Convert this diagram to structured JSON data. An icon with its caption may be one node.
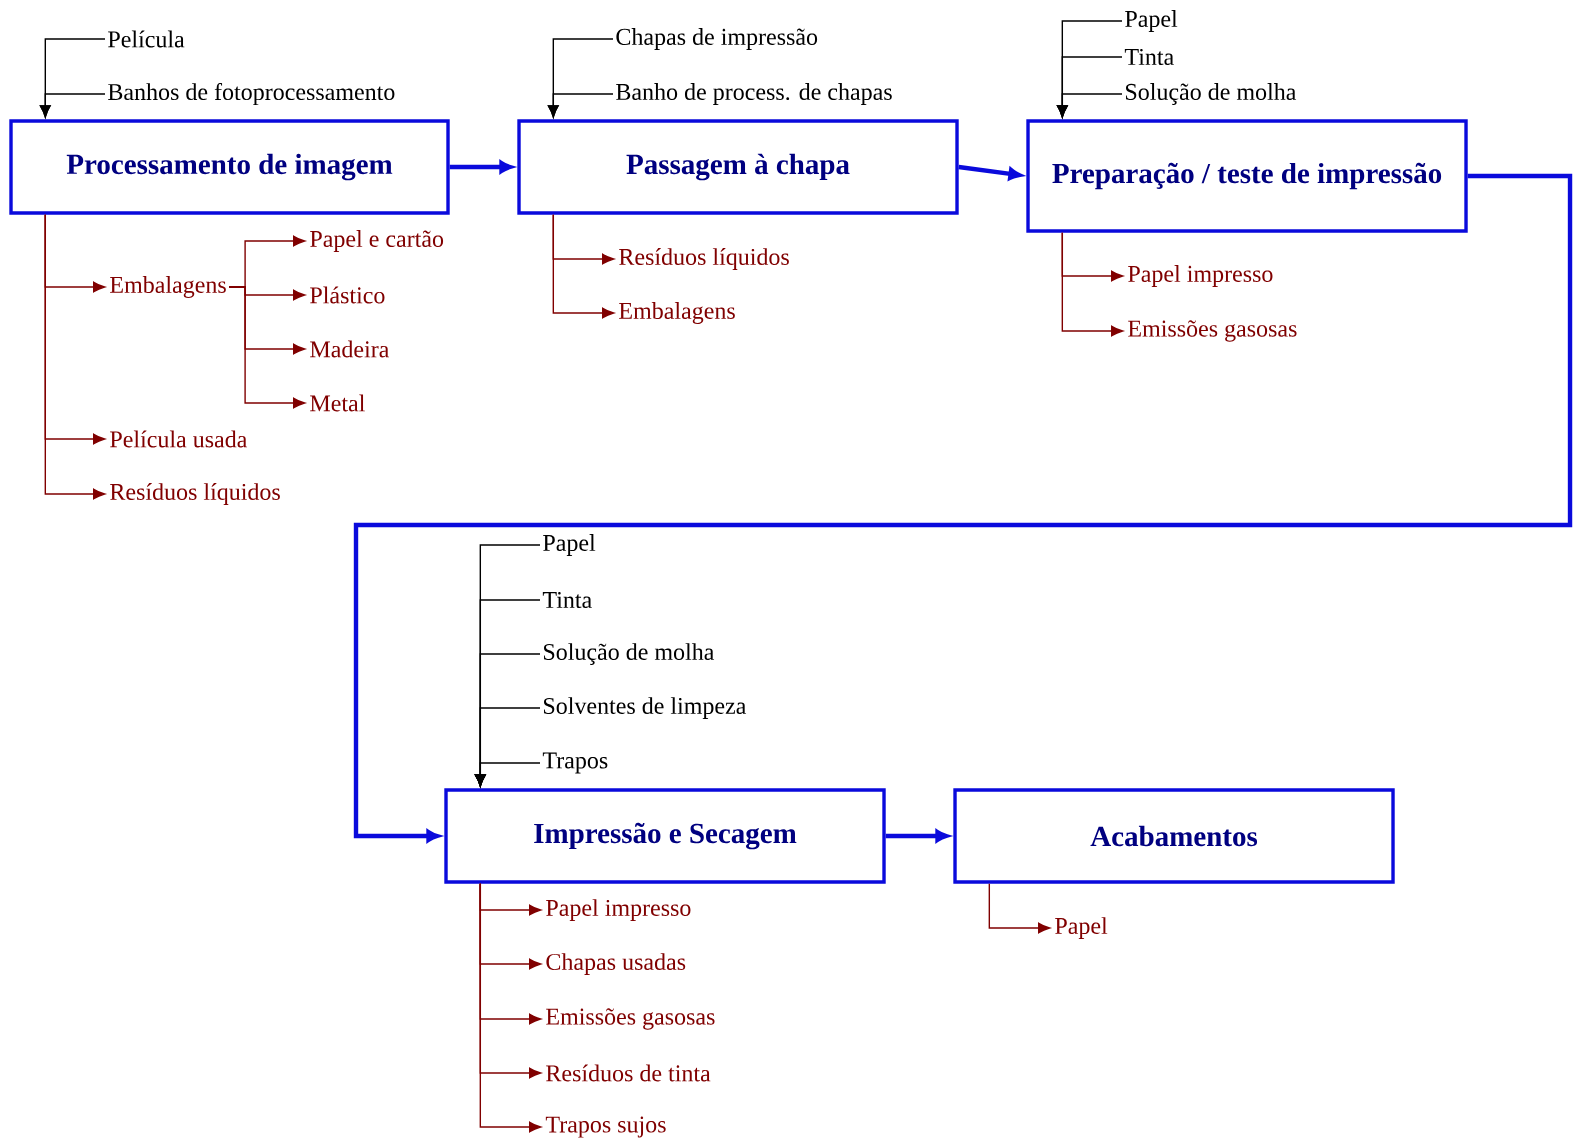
{
  "diagram": {
    "nodes": [
      {
        "text": [
          "Película"
        ]
      },
      {
        "text": [
          "Banhos de fotoprocessamento"
        ]
      },
      {
        "text": [
          "Processamento de imagem"
        ]
      },
      {
        "text": [
          "Embalagens"
        ]
      },
      {
        "text": [
          "Papel e cartão"
        ]
      },
      {
        "text": [
          "Plástico"
        ]
      },
      {
        "text": [
          "Madeira"
        ]
      },
      {
        "text": [
          "Metal"
        ]
      },
      {
        "text": [
          "Película usada"
        ]
      },
      {
        "text": [
          "Resíduos líquidos"
        ]
      },
      {
        "text": [
          "Chapas de impressão"
        ]
      },
      {
        "text": [
          "Banho de process. de chapas"
        ]
      },
      {
        "text": [
          "Passagem à chapa"
        ]
      },
      {
        "text": [
          "Resíduos líquidos"
        ]
      },
      {
        "text": [
          "Embalagens"
        ]
      },
      {
        "text": [
          "Papel"
        ]
      },
      {
        "text": [
          "Tinta"
        ]
      },
      {
        "text": [
          "Solução de molha"
        ]
      },
      {
        "text": [
          "Preparação / teste de impressão"
        ]
      },
      {
        "text": [
          "Papel impresso"
        ]
      },
      {
        "text": [
          "Emissões gasosas"
        ]
      },
      {
        "text": [
          "Papel"
        ]
      },
      {
        "text": [
          "Tinta"
        ]
      },
      {
        "text": [
          "Solução de molha"
        ]
      },
      {
        "text": [
          "Solventes de limpeza"
        ]
      },
      {
        "text": [
          "Trapos"
        ]
      },
      {
        "text": [
          "Impressão e Secagem"
        ]
      },
      {
        "text": [
          "Papel impresso"
        ]
      },
      {
        "text": [
          "Chapas usadas"
        ]
      },
      {
        "text": [
          "Emissões gasosas"
        ]
      },
      {
        "text": [
          "Resíduos de tinta"
        ]
      },
      {
        "text": [
          "Trapos sujos"
        ]
      },
      {
        "text": [
          "Acabamentos"
        ]
      },
      {
        "text": [
          "Papel"
        ]
      }
    ],
    "edges": [
      {
        "from": 0,
        "to": 2,
        "arrow": "to",
        "color": "#000000"
      },
      {
        "from": 1,
        "to": 2,
        "arrow": "to",
        "color": "#000000"
      },
      {
        "from": 2,
        "to": 3,
        "arrow": "to"
      },
      {
        "from": 3,
        "to": 4,
        "arrow": "to"
      },
      {
        "from": 3,
        "to": 5,
        "arrow": "to"
      },
      {
        "from": 3,
        "to": 6,
        "arrow": "to"
      },
      {
        "from": 3,
        "to": 7,
        "arrow": "to"
      },
      {
        "from": 2,
        "to": 8,
        "arrow": "to"
      },
      {
        "from": 2,
        "to": 9,
        "arrow": "to"
      },
      {
        "from": 2,
        "to": 12,
        "arrow": "to",
        "style": "thick",
        "color": "#0a0adc"
      },
      {
        "from": 10,
        "to": 12,
        "arrow": "to",
        "color": "#000000"
      },
      {
        "from": 11,
        "to": 12,
        "arrow": "to",
        "color": "#000000"
      },
      {
        "from": 12,
        "to": 13,
        "arrow": "to"
      },
      {
        "from": 12,
        "to": 14,
        "arrow": "to"
      },
      {
        "from": 12,
        "to": 18,
        "arrow": "to",
        "style": "thick",
        "color": "#0a0adc"
      },
      {
        "from": 15,
        "to": 18,
        "arrow": "to",
        "color": "#000000"
      },
      {
        "from": 16,
        "to": 18,
        "arrow": "to",
        "color": "#000000"
      },
      {
        "from": 17,
        "to": 18,
        "arrow": "to",
        "color": "#000000"
      },
      {
        "from": 18,
        "to": 19,
        "arrow": "to"
      },
      {
        "from": 18,
        "to": 20,
        "arrow": "to"
      },
      {
        "from": 18,
        "to": 26,
        "arrow": "to",
        "style": "thick",
        "color": "#0a0adc"
      },
      {
        "from": 21,
        "to": 26,
        "arrow": "to",
        "color": "#000000"
      },
      {
        "from": 22,
        "to": 26,
        "arrow": "to",
        "color": "#000000"
      },
      {
        "from": 23,
        "to": 26,
        "arrow": "to",
        "color": "#000000"
      },
      {
        "from": 24,
        "to": 26,
        "arrow": "to",
        "color": "#000000"
      },
      {
        "from": 25,
        "to": 26,
        "arrow": "to",
        "color": "#000000"
      },
      {
        "from": 26,
        "to": 27,
        "arrow": "to"
      },
      {
        "from": 26,
        "to": 28,
        "arrow": "to"
      },
      {
        "from": 26,
        "to": 29,
        "arrow": "to"
      },
      {
        "from": 26,
        "to": 30,
        "arrow": "to"
      },
      {
        "from": 26,
        "to": 31,
        "arrow": "to"
      },
      {
        "from": 26,
        "to": 32,
        "arrow": "to",
        "style": "thick",
        "color": "#0a0adc"
      },
      {
        "from": 32,
        "to": 33,
        "arrow": "to"
      }
    ]
  }
}
